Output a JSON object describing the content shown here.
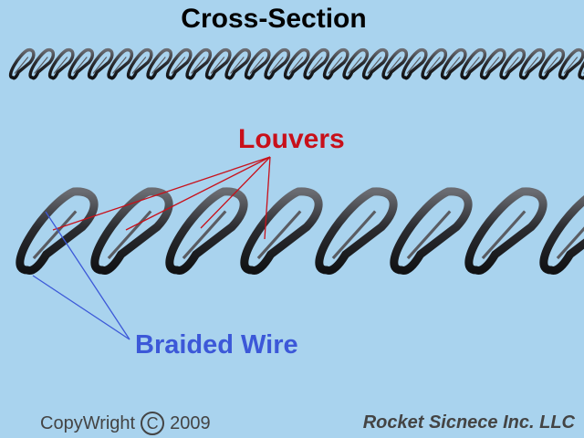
{
  "title": "Cross-Section",
  "labels": {
    "louvers": "Louvers",
    "braided_wire": "Braided Wire"
  },
  "footer": {
    "copyright_prefix": "CopyWright",
    "copyright_symbol": "C",
    "copyright_year": "2009",
    "company": "Rocket Sicnece Inc. LLC"
  },
  "colors": {
    "background": "#a9d3ee",
    "wire": "#2c2d31",
    "louvers_callout": "#c8101a",
    "braided_wire_callout": "#3c58d8"
  }
}
